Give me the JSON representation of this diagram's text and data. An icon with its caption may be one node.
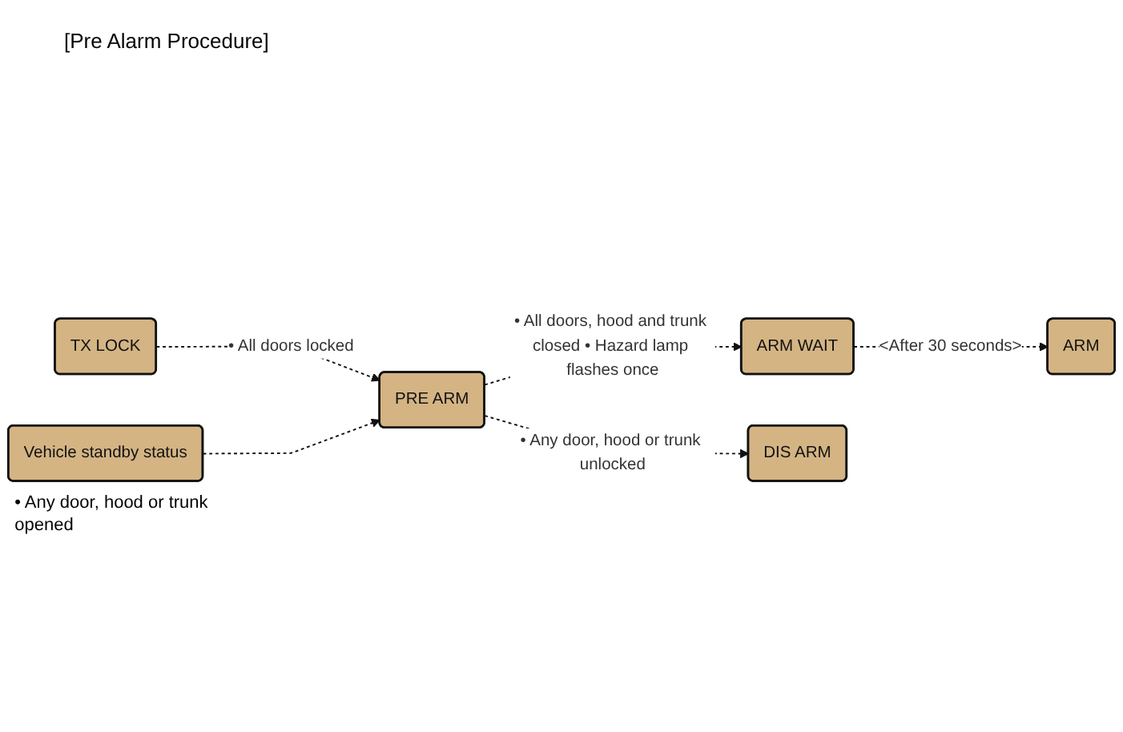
{
  "diagram": {
    "title": "[Pre Alarm Procedure]",
    "nodes": [
      {
        "text": [
          "TX LOCK"
        ]
      },
      {
        "text": [
          "Vehicle standby status"
        ],
        "beside": [
          "• Any door, hood or trunk opened"
        ]
      },
      {
        "text": [
          "PRE ARM"
        ]
      },
      {
        "text": [
          "ARM WAIT"
        ]
      },
      {
        "text": [
          "ARM"
        ]
      },
      {
        "text": [
          "DIS ARM"
        ]
      }
    ],
    "edges": [
      {
        "from": 0,
        "to": 2,
        "arrow": "to",
        "style": "dashed",
        "label": "• All doors locked"
      },
      {
        "from": 1,
        "to": 2,
        "arrow": "to",
        "style": "dashed"
      },
      {
        "from": 2,
        "to": 3,
        "arrow": "to",
        "style": "dashed",
        "label": "• All doors, hood and trunk closed • Hazard lamp flashes once"
      },
      {
        "from": 3,
        "to": 4,
        "arrow": "to",
        "style": "dashed",
        "label": "<After 30 seconds>"
      },
      {
        "from": 2,
        "to": 5,
        "arrow": "to",
        "style": "dashed",
        "label": "• Any door, hood or trunk unlocked"
      }
    ]
  }
}
